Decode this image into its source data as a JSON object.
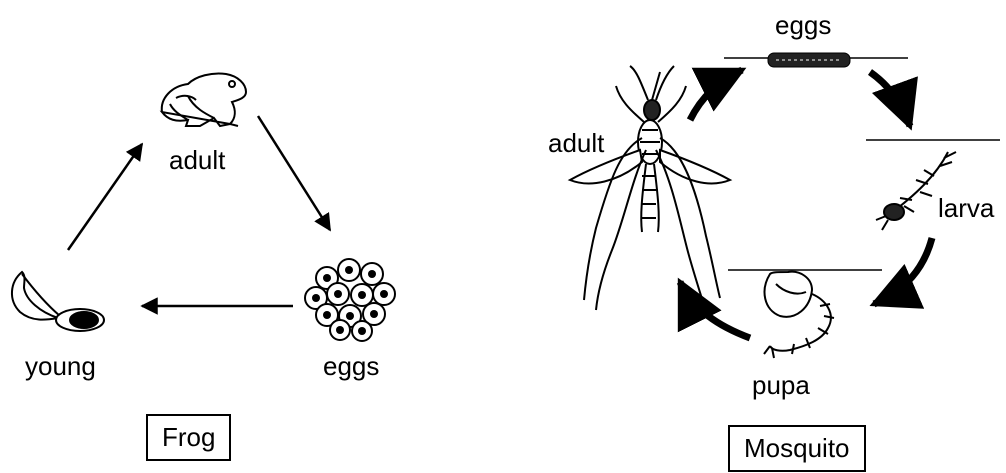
{
  "frog": {
    "title": "Frog",
    "stages": {
      "adult": "adult",
      "eggs": "eggs",
      "young": "young"
    }
  },
  "mosquito": {
    "title": "Mosquito",
    "stages": {
      "eggs": "eggs",
      "larva": "larva",
      "pupa": "pupa",
      "adult": "adult"
    }
  }
}
